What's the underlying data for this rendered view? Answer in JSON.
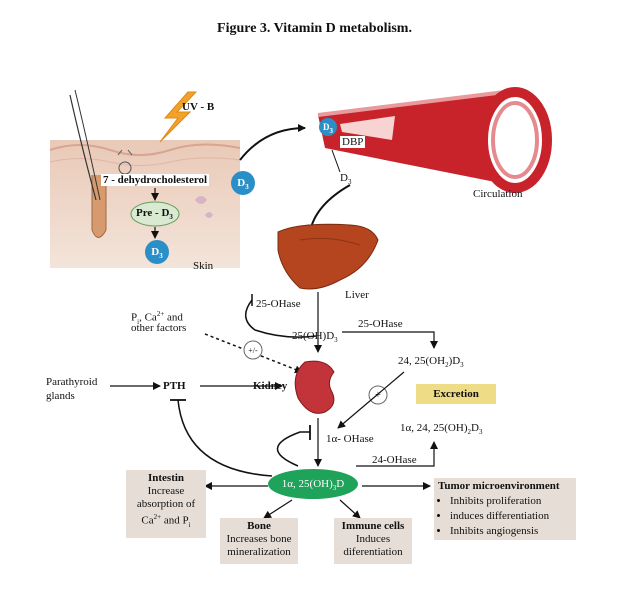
{
  "title": "Figure 3. Vitamin D metabolism.",
  "skin": {
    "uvb": "UV - B",
    "dehydro": "7 - dehydrocholesterol",
    "pre_d3": "Pre - D",
    "d3": "D",
    "label": "Skin"
  },
  "circulation": {
    "d3_in_vessel": "D",
    "dbp": "DBP",
    "d3_out": "D",
    "label": "Circulation"
  },
  "free_d3": "D",
  "liver": {
    "label": "Liver",
    "enzyme": "25-OHase",
    "product": "25(OH)D"
  },
  "factors": {
    "line1a": "P",
    "line1b": ", Ca",
    "line1c": " and",
    "line2": "other factors"
  },
  "side_enzyme": "25-OHase",
  "metabolite_24_25": "24, 25(OH",
  "metabolite_24_25_tail": ")D",
  "inhibit_symbol": "+/-",
  "plus_symbol": "+",
  "excretion": "Excretion",
  "parathyroid": {
    "line1": "Parathyroid",
    "line2": "glands"
  },
  "pth": "PTH",
  "kidney": "Kidney",
  "one_alpha": "1α- OHase",
  "trihydroxy": "1α, 24, 25(OH)",
  "trihydroxy_tail": "D",
  "enzyme_24": "24-OHase",
  "calcitriol": "1α, 25(OH)",
  "calcitriol_tail": "D",
  "intestin": {
    "title": "Intestin",
    "l1": "Increase",
    "l2": "absorption of",
    "l3a": "Ca",
    "l3b": " and P"
  },
  "bone": {
    "title": "Bone",
    "l1": "Increases bone",
    "l2": "mineralization"
  },
  "immune": {
    "title": "Immune cells",
    "l1": "Induces",
    "l2": "diferentiation"
  },
  "tumor": {
    "title": "Tumor microenvironment",
    "items": [
      "Inhibits proliferation",
      "induces differentiation",
      "Inhibits angiogensis"
    ]
  }
}
